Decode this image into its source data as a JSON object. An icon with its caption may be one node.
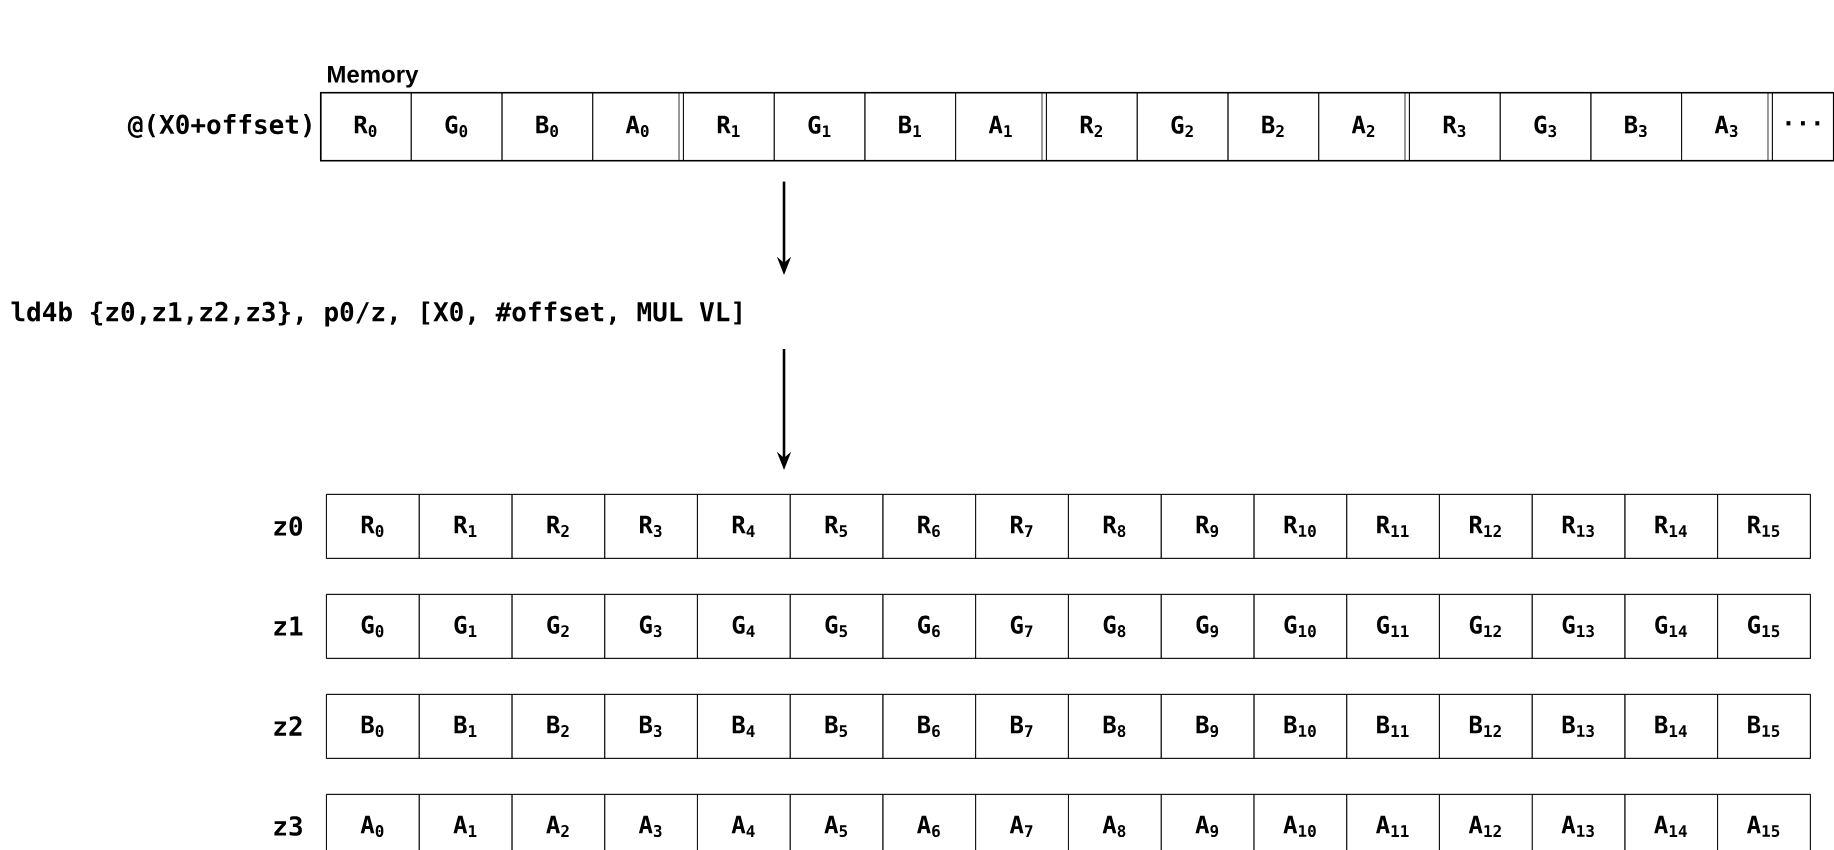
{
  "diagram": {
    "nodes": [
      {
        "text": [
          "Memory",
          "@(X0+offset)"
        ]
      },
      {
        "text": [
          "R$_{0}$"
        ],
        "in": 0
      },
      {
        "text": [
          "G$_{0}$"
        ],
        "in": 0
      },
      {
        "text": [
          "B$_{0}$"
        ],
        "in": 0
      },
      {
        "text": [
          "A$_{0}$"
        ],
        "in": 0
      },
      {
        "text": [
          "R$_{1}$"
        ],
        "in": 0
      },
      {
        "text": [
          "G$_{1}$"
        ],
        "in": 0
      },
      {
        "text": [
          "B$_{1}$"
        ],
        "in": 0
      },
      {
        "text": [
          "A$_{1}$"
        ],
        "in": 0
      },
      {
        "text": [
          "R$_{2}$"
        ],
        "in": 0
      },
      {
        "text": [
          "G$_{2}$"
        ],
        "in": 0
      },
      {
        "text": [
          "B$_{2}$"
        ],
        "in": 0
      },
      {
        "text": [
          "A$_{2}$"
        ],
        "in": 0
      },
      {
        "text": [
          "R$_{3}$"
        ],
        "in": 0
      },
      {
        "text": [
          "G$_{3}$"
        ],
        "in": 0
      },
      {
        "text": [
          "B$_{3}$"
        ],
        "in": 0
      },
      {
        "text": [
          "A$_{3}$"
        ],
        "in": 0
      },
      {
        "text": [
          "···"
        ],
        "in": 0
      },
      {
        "text": [
          "ld4b {z0,z1,z2,z3}, p0/z, [X0, #offset, MUL VL]"
        ]
      },
      {
        "text": [
          "z0"
        ]
      },
      {
        "text": [
          "R$_{0}$"
        ],
        "in": 19
      },
      {
        "text": [
          "R$_{1}$"
        ],
        "in": 19
      },
      {
        "text": [
          "R$_{2}$"
        ],
        "in": 19
      },
      {
        "text": [
          "R$_{3}$"
        ],
        "in": 19
      },
      {
        "text": [
          "R$_{4}$"
        ],
        "in": 19
      },
      {
        "text": [
          "R$_{5}$"
        ],
        "in": 19
      },
      {
        "text": [
          "R$_{6}$"
        ],
        "in": 19
      },
      {
        "text": [
          "R$_{7}$"
        ],
        "in": 19
      },
      {
        "text": [
          "R$_{8}$"
        ],
        "in": 19
      },
      {
        "text": [
          "R$_{9}$"
        ],
        "in": 19
      },
      {
        "text": [
          "R$_{10}$"
        ],
        "in": 19
      },
      {
        "text": [
          "R$_{11}$"
        ],
        "in": 19
      },
      {
        "text": [
          "R$_{12}$"
        ],
        "in": 19
      },
      {
        "text": [
          "R$_{13}$"
        ],
        "in": 19
      },
      {
        "text": [
          "R$_{14}$"
        ],
        "in": 19
      },
      {
        "text": [
          "R$_{15}$"
        ],
        "in": 19
      },
      {
        "text": [
          "z1"
        ]
      },
      {
        "text": [
          "G$_{0}$"
        ],
        "in": 36
      },
      {
        "text": [
          "G$_{1}$"
        ],
        "in": 36
      },
      {
        "text": [
          "G$_{2}$"
        ],
        "in": 36
      },
      {
        "text": [
          "G$_{3}$"
        ],
        "in": 36
      },
      {
        "text": [
          "G$_{4}$"
        ],
        "in": 36
      },
      {
        "text": [
          "G$_{5}$"
        ],
        "in": 36
      },
      {
        "text": [
          "G$_{6}$"
        ],
        "in": 36
      },
      {
        "text": [
          "G$_{7}$"
        ],
        "in": 36
      },
      {
        "text": [
          "G$_{8}$"
        ],
        "in": 36
      },
      {
        "text": [
          "G$_{9}$"
        ],
        "in": 36
      },
      {
        "text": [
          "G$_{10}$"
        ],
        "in": 36
      },
      {
        "text": [
          "G$_{11}$"
        ],
        "in": 36
      },
      {
        "text": [
          "G$_{12}$"
        ],
        "in": 36
      },
      {
        "text": [
          "G$_{13}$"
        ],
        "in": 36
      },
      {
        "text": [
          "G$_{14}$"
        ],
        "in": 36
      },
      {
        "text": [
          "G$_{15}$"
        ],
        "in": 36
      },
      {
        "text": [
          "z2"
        ]
      },
      {
        "text": [
          "B$_{0}$"
        ],
        "in": 53
      },
      {
        "text": [
          "B$_{1}$"
        ],
        "in": 53
      },
      {
        "text": [
          "B$_{2}$"
        ],
        "in": 53
      },
      {
        "text": [
          "B$_{3}$"
        ],
        "in": 53
      },
      {
        "text": [
          "B$_{4}$"
        ],
        "in": 53
      },
      {
        "text": [
          "B$_{5}$"
        ],
        "in": 53
      },
      {
        "text": [
          "B$_{6}$"
        ],
        "in": 53
      },
      {
        "text": [
          "B$_{7}$"
        ],
        "in": 53
      },
      {
        "text": [
          "B$_{8}$"
        ],
        "in": 53
      },
      {
        "text": [
          "B$_{9}$"
        ],
        "in": 53
      },
      {
        "text": [
          "B$_{10}$"
        ],
        "in": 53
      },
      {
        "text": [
          "B$_{11}$"
        ],
        "in": 53
      },
      {
        "text": [
          "B$_{12}$"
        ],
        "in": 53
      },
      {
        "text": [
          "B$_{13}$"
        ],
        "in": 53
      },
      {
        "text": [
          "B$_{14}$"
        ],
        "in": 53
      },
      {
        "text": [
          "B$_{15}$"
        ],
        "in": 53
      },
      {
        "text": [
          "z3"
        ]
      },
      {
        "text": [
          "A$_{0}$"
        ],
        "in": 70
      },
      {
        "text": [
          "A$_{1}$"
        ],
        "in": 70
      },
      {
        "text": [
          "A$_{2}$"
        ],
        "in": 70
      },
      {
        "text": [
          "A$_{3}$"
        ],
        "in": 70
      },
      {
        "text": [
          "A$_{4}$"
        ],
        "in": 70
      },
      {
        "text": [
          "A$_{5}$"
        ],
        "in": 70
      },
      {
        "text": [
          "A$_{6}$"
        ],
        "in": 70
      },
      {
        "text": [
          "A$_{7}$"
        ],
        "in": 70
      },
      {
        "text": [
          "A$_{8}$"
        ],
        "in": 70
      },
      {
        "text": [
          "A$_{9}$"
        ],
        "in": 70
      },
      {
        "text": [
          "A$_{10}$"
        ],
        "in": 70
      },
      {
        "text": [
          "A$_{11}$"
        ],
        "in": 70
      },
      {
        "text": [
          "A$_{12}$"
        ],
        "in": 70
      },
      {
        "text": [
          "A$_{13}$"
        ],
        "in": 70
      },
      {
        "text": [
          "A$_{14}$"
        ],
        "in": 70
      },
      {
        "text": [
          "A$_{15}$"
        ],
        "in": 70
      }
    ],
    "edges": [
      {
        "from": 0,
        "to": 18,
        "arrow": "to"
      },
      {
        "from": 18,
        "to": 19,
        "arrow": "to"
      }
    ]
  }
}
